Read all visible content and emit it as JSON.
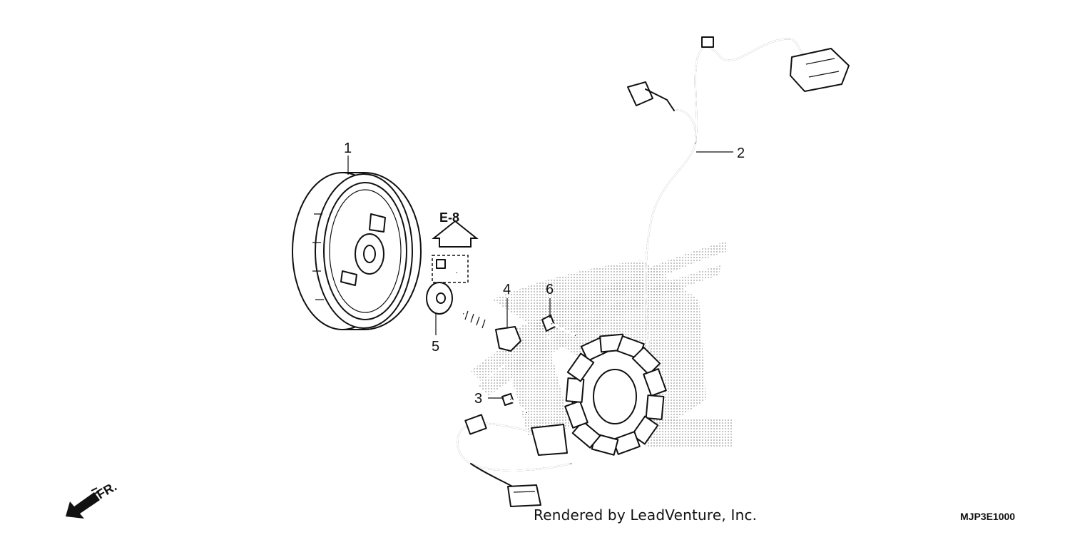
{
  "callouts": [
    "1",
    "2",
    "3",
    "4",
    "5",
    "6"
  ],
  "reference": {
    "label": "E-8"
  },
  "direction": {
    "label": "FR."
  },
  "footer": {
    "credit": "Rendered by LeadVenture, Inc.",
    "diagram_code": "MJP3E1000"
  },
  "icons": [
    "arrow-up-icon",
    "front-direction-arrow-icon"
  ]
}
